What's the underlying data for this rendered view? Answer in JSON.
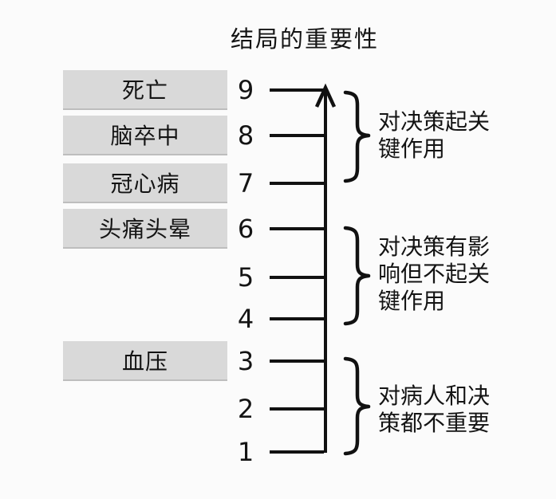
{
  "title": "结局的重要性",
  "outcomes": [
    {
      "label": "死亡",
      "level": 9
    },
    {
      "label": "脑卒中",
      "level": 8
    },
    {
      "label": "冠心病",
      "level": 7
    },
    {
      "label": "头痛头晕",
      "level": 6
    },
    {
      "label": "血压",
      "level": 3
    }
  ],
  "scale": {
    "values": [
      "9",
      "8",
      "7",
      "6",
      "5",
      "4",
      "3",
      "2",
      "1"
    ]
  },
  "braces": [
    {
      "name": "critical",
      "covers_levels": "7-9",
      "text": "对决策起关键作用",
      "lines": [
        "对决策起关",
        "键作用"
      ]
    },
    {
      "name": "influential-not-critical",
      "covers_levels": "4-6",
      "text": "对决策有影响但不起关键作用",
      "lines": [
        "对决策有影",
        "响但不起关",
        "键作用"
      ]
    },
    {
      "name": "not-important",
      "covers_levels": "1-3",
      "text": "对病人和决策都不重要",
      "lines": [
        "对病人和决",
        "策都不重要"
      ]
    }
  ],
  "colors": {
    "box_fill": "#d9d9d9",
    "line": "#111111",
    "text": "#141414",
    "background": "#fbfbfb"
  }
}
